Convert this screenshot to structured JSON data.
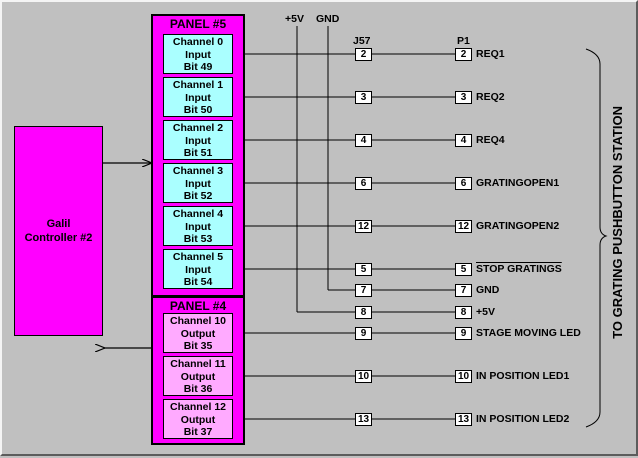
{
  "controller": {
    "line1": "Galil",
    "line2": "Controller #2"
  },
  "panel5": {
    "title": "PANEL #5",
    "channels": [
      {
        "name": "Channel 0",
        "dir": "Input",
        "bit": "Bit 49"
      },
      {
        "name": "Channel 1",
        "dir": "Input",
        "bit": "Bit 50"
      },
      {
        "name": "Channel 2",
        "dir": "Input",
        "bit": "Bit 51"
      },
      {
        "name": "Channel 3",
        "dir": "Input",
        "bit": "Bit 52"
      },
      {
        "name": "Channel 4",
        "dir": "Input",
        "bit": "Bit 53"
      },
      {
        "name": "Channel 5",
        "dir": "Input",
        "bit": "Bit 54"
      }
    ]
  },
  "panel4": {
    "title": "PANEL #4",
    "channels": [
      {
        "name": "Channel 10",
        "dir": "Output",
        "bit": "Bit 35"
      },
      {
        "name": "Channel 11",
        "dir": "Output",
        "bit": "Bit 36"
      },
      {
        "name": "Channel 12",
        "dir": "Output",
        "bit": "Bit 37"
      }
    ]
  },
  "headers": {
    "plus5v": "+5V",
    "gnd": "GND",
    "j57": "J57",
    "p1": "P1"
  },
  "rows": [
    {
      "j57": "2",
      "p1": "2",
      "signal": "REQ1"
    },
    {
      "j57": "3",
      "p1": "3",
      "signal": "REQ2"
    },
    {
      "j57": "4",
      "p1": "4",
      "signal": "REQ4"
    },
    {
      "j57": "6",
      "p1": "6",
      "signal": "GRATINGOPEN1"
    },
    {
      "j57": "12",
      "p1": "12",
      "signal": "GRATINGOPEN2"
    },
    {
      "j57": "5",
      "p1": "5",
      "signal": "STOP GRATINGS"
    },
    {
      "j57": "7",
      "p1": "7",
      "signal": "GND"
    },
    {
      "j57": "8",
      "p1": "8",
      "signal": "+5V"
    },
    {
      "j57": "9",
      "p1": "9",
      "signal": "STAGE MOVING LED"
    },
    {
      "j57": "10",
      "p1": "10",
      "signal": "IN POSITION LED1"
    },
    {
      "j57": "13",
      "p1": "13",
      "signal": "IN POSITION LED2"
    }
  ],
  "station_label": "TO GRATING PUSHBUTTON STATION",
  "colors": {
    "background": "#c0c0c0",
    "panel": "#ff00ff",
    "input_channel": "#aaffff",
    "output_channel": "#ffaaff",
    "pin_box": "#ffffff"
  }
}
